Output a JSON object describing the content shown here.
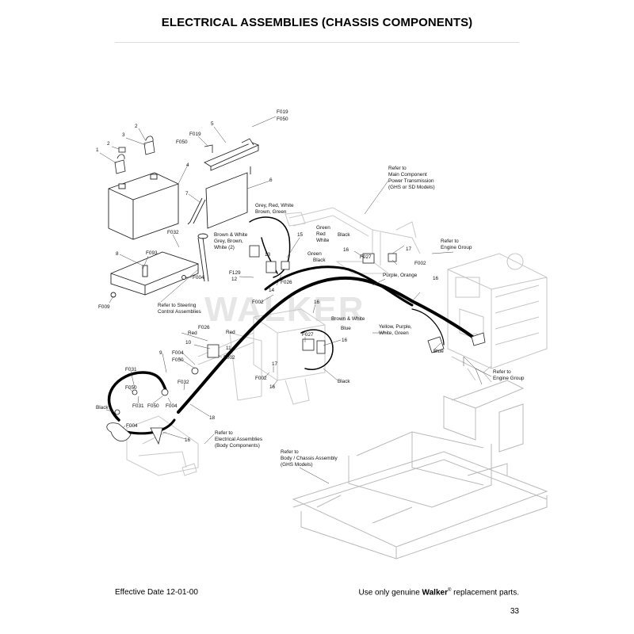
{
  "title": "ELECTRICAL ASSEMBLIES (CHASSIS COMPONENTS)",
  "watermark": "WALKER",
  "footer": {
    "effective_date": "Effective Date 12-01-00",
    "use_prefix": "Use only genuine ",
    "brand": "Walker",
    "reg_mark": "®",
    "use_suffix": " replacement parts.",
    "page_number": "33"
  },
  "callouts": [
    {
      "id": "c-1",
      "text": "1"
    },
    {
      "id": "c-2a",
      "text": "2"
    },
    {
      "id": "c-3",
      "text": "3"
    },
    {
      "id": "c-2b",
      "text": "2"
    },
    {
      "id": "c-4",
      "text": "4"
    },
    {
      "id": "c-5",
      "text": "5"
    },
    {
      "id": "c-F019a",
      "text": "F019"
    },
    {
      "id": "c-F050a",
      "text": "F050"
    },
    {
      "id": "c-F019b",
      "text": "F019"
    },
    {
      "id": "c-F050b",
      "text": "F050"
    },
    {
      "id": "c-6",
      "text": "6"
    },
    {
      "id": "c-7",
      "text": "7"
    },
    {
      "id": "c-8",
      "text": "8"
    },
    {
      "id": "c-F032a",
      "text": "F032"
    },
    {
      "id": "c-F093",
      "text": "F093"
    },
    {
      "id": "c-F004a",
      "text": "F004"
    },
    {
      "id": "c-F009",
      "text": "F009"
    },
    {
      "id": "c-refsteer1",
      "text": "Refer to Steering"
    },
    {
      "id": "c-refsteer2",
      "text": "Control Assemblies"
    },
    {
      "id": "c-grw1",
      "text": "Grey, Red, White"
    },
    {
      "id": "c-grw2",
      "text": "Brown, Green"
    },
    {
      "id": "c-bw1",
      "text": "Brown & White"
    },
    {
      "id": "c-bw2",
      "text": "Grey, Brown,"
    },
    {
      "id": "c-bw3",
      "text": "White (2)"
    },
    {
      "id": "c-15",
      "text": "15"
    },
    {
      "id": "c-grn1",
      "text": "Green"
    },
    {
      "id": "c-red1",
      "text": "Red"
    },
    {
      "id": "c-wht1",
      "text": "White"
    },
    {
      "id": "c-13",
      "text": "13"
    },
    {
      "id": "c-grn2",
      "text": "Green"
    },
    {
      "id": "c-blk1",
      "text": "Black"
    },
    {
      "id": "c-F129",
      "text": "F129"
    },
    {
      "id": "c-12",
      "text": "12"
    },
    {
      "id": "c-F026a",
      "text": "F026"
    },
    {
      "id": "c-14",
      "text": "14"
    },
    {
      "id": "c-F002a",
      "text": "F002"
    },
    {
      "id": "c-16a",
      "text": "16"
    },
    {
      "id": "c-refmain1",
      "text": "Refer to"
    },
    {
      "id": "c-refmain2",
      "text": "Main Component"
    },
    {
      "id": "c-refmain3",
      "text": "Power Transmission"
    },
    {
      "id": "c-refmain4",
      "text": "(GHS or SD Models)"
    },
    {
      "id": "c-blk2",
      "text": "Black"
    },
    {
      "id": "c-16b",
      "text": "16"
    },
    {
      "id": "c-F027a",
      "text": "F027"
    },
    {
      "id": "c-17a",
      "text": "17"
    },
    {
      "id": "c-F002b",
      "text": "F002"
    },
    {
      "id": "c-refeng1",
      "text": "Refer to"
    },
    {
      "id": "c-refeng2",
      "text": "Engine Group"
    },
    {
      "id": "c-po",
      "text": "Purple, Orange"
    },
    {
      "id": "c-16c",
      "text": "16"
    },
    {
      "id": "c-F026b",
      "text": "F026"
    },
    {
      "id": "c-red2",
      "text": "Red"
    },
    {
      "id": "c-red3",
      "text": "Red"
    },
    {
      "id": "c-10",
      "text": "10"
    },
    {
      "id": "c-11",
      "text": "11"
    },
    {
      "id": "c-F004b",
      "text": "F004"
    },
    {
      "id": "c-F050c",
      "text": "F050"
    },
    {
      "id": "c-F002c",
      "text": "F002"
    },
    {
      "id": "c-9",
      "text": "9"
    },
    {
      "id": "c-F031a",
      "text": "F031"
    },
    {
      "id": "c-F050d",
      "text": "F050"
    },
    {
      "id": "c-F032b",
      "text": "F032"
    },
    {
      "id": "c-F031b",
      "text": "F031"
    },
    {
      "id": "c-F050e",
      "text": "F050"
    },
    {
      "id": "c-F004c",
      "text": "F004"
    },
    {
      "id": "c-blk3",
      "text": "Black"
    },
    {
      "id": "c-F004d",
      "text": "F004"
    },
    {
      "id": "c-16d",
      "text": "16"
    },
    {
      "id": "c-18",
      "text": "18"
    },
    {
      "id": "c-bw4",
      "text": "Brown & White"
    },
    {
      "id": "c-blu1",
      "text": "Blue"
    },
    {
      "id": "c-F027b",
      "text": "F027"
    },
    {
      "id": "c-16e",
      "text": "16"
    },
    {
      "id": "c-17b",
      "text": "17"
    },
    {
      "id": "c-F002d",
      "text": "F002"
    },
    {
      "id": "c-16f",
      "text": "16"
    },
    {
      "id": "c-blk4",
      "text": "Black"
    },
    {
      "id": "c-ypw1",
      "text": "Yellow, Purple,"
    },
    {
      "id": "c-ypw2",
      "text": "White, Green"
    },
    {
      "id": "c-blu2",
      "text": "Blue"
    },
    {
      "id": "c-refeng3",
      "text": "Refer to"
    },
    {
      "id": "c-refeng4",
      "text": "Engine Group"
    },
    {
      "id": "c-refelec1",
      "text": "Refer to"
    },
    {
      "id": "c-refelec2",
      "text": "Electrical Assemblies"
    },
    {
      "id": "c-refelec3",
      "text": "(Body Components)"
    },
    {
      "id": "c-refbody1",
      "text": "Refer to"
    },
    {
      "id": "c-refbody2",
      "text": "Body / Chassis Assembly"
    },
    {
      "id": "c-refbody3",
      "text": "(GHS Models)"
    }
  ]
}
